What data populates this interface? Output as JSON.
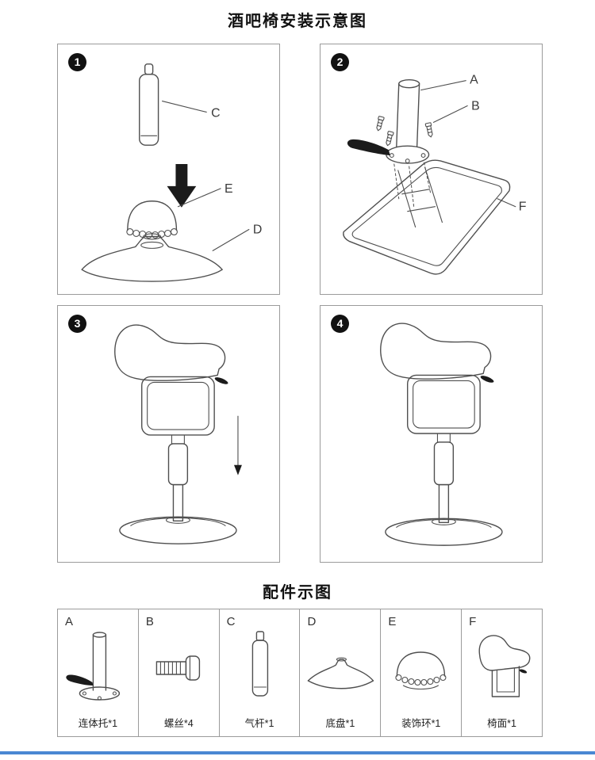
{
  "page": {
    "title": "酒吧椅安装示意图",
    "parts_title": "配件示图"
  },
  "colors": {
    "ink": "#4f4f4f",
    "panel_border": "#9b9b9b",
    "accent_bar": "#4a87d3"
  },
  "steps": [
    {
      "number": "1",
      "labels": {
        "c": "C",
        "e": "E",
        "d": "D"
      }
    },
    {
      "number": "2",
      "labels": {
        "a": "A",
        "b": "B",
        "f": "F"
      }
    },
    {
      "number": "3"
    },
    {
      "number": "4"
    }
  ],
  "parts": [
    {
      "letter": "A",
      "name": "连体托*1",
      "icon": "mount-tube-icon"
    },
    {
      "letter": "B",
      "name": "螺丝*4",
      "icon": "screw-icon"
    },
    {
      "letter": "C",
      "name": "气杆*1",
      "icon": "gas-lift-icon"
    },
    {
      "letter": "D",
      "name": "底盘*1",
      "icon": "base-plate-icon"
    },
    {
      "letter": "E",
      "name": "装饰环*1",
      "icon": "decor-ring-icon"
    },
    {
      "letter": "F",
      "name": "椅面*1",
      "icon": "seat-icon"
    }
  ]
}
